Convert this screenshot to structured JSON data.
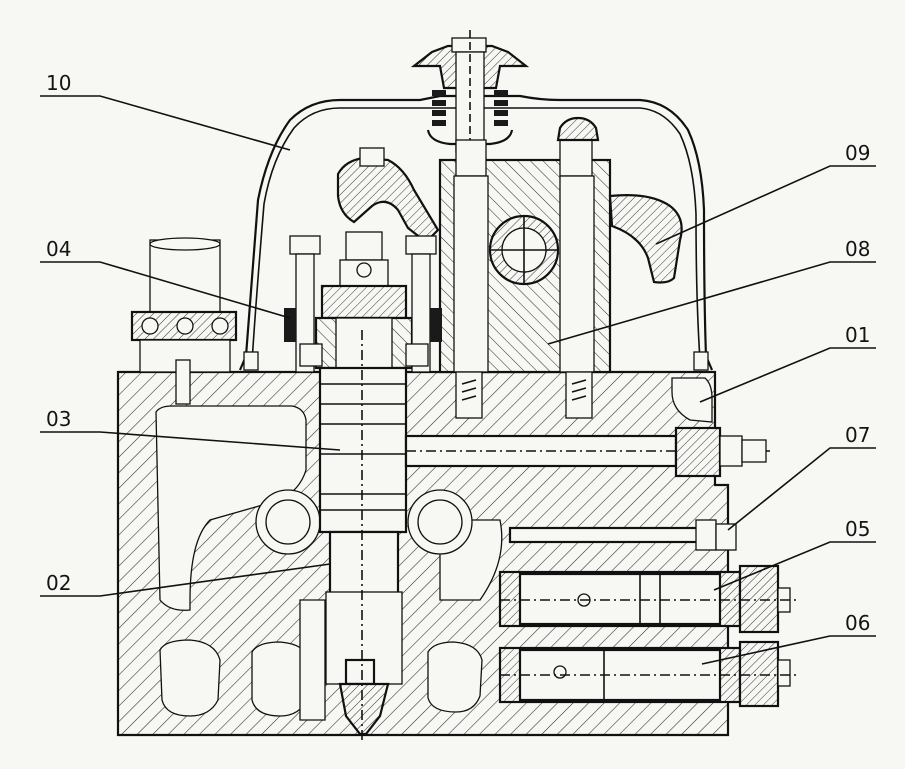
{
  "drawing": {
    "kind": "engine cylinder head cross-section",
    "callouts": [
      {
        "id": "c10",
        "label": "10"
      },
      {
        "id": "c04",
        "label": "04"
      },
      {
        "id": "c03",
        "label": "03"
      },
      {
        "id": "c02",
        "label": "02"
      },
      {
        "id": "c09",
        "label": "09"
      },
      {
        "id": "c08",
        "label": "08"
      },
      {
        "id": "c01",
        "label": "01"
      },
      {
        "id": "c07",
        "label": "07"
      },
      {
        "id": "c05",
        "label": "05"
      },
      {
        "id": "c06",
        "label": "06"
      }
    ],
    "colors": {
      "ink": "#111111",
      "paper": "#f7f7f4",
      "hatch": "#2a2a2a"
    }
  }
}
